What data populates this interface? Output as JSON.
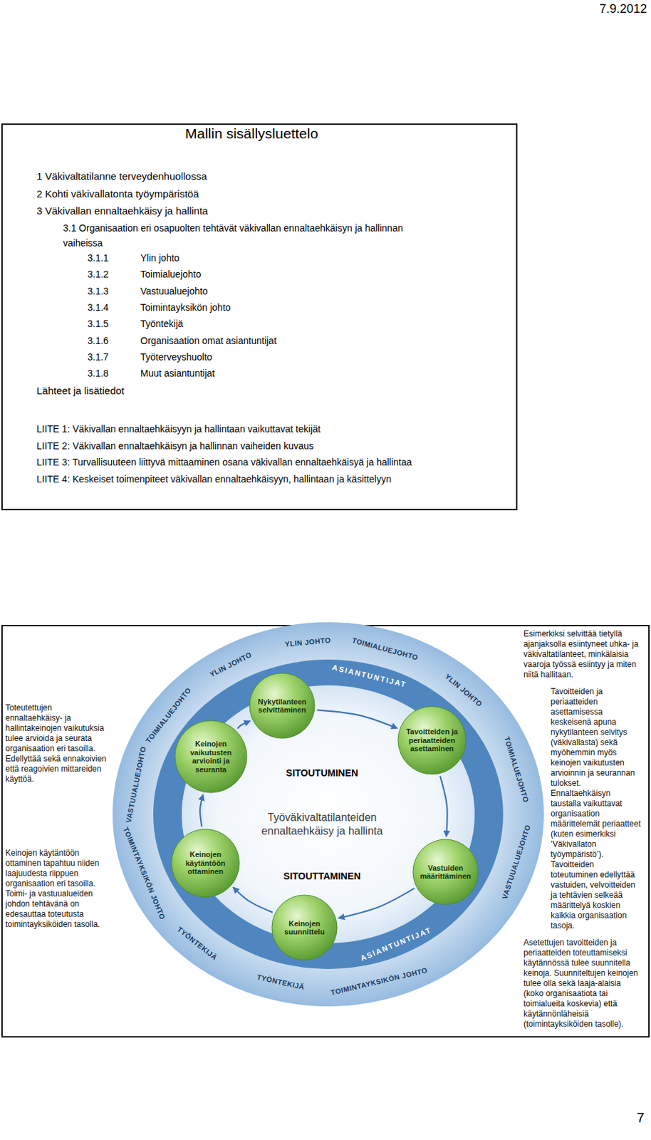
{
  "diagram": {
    "nodes": [
      {
        "text": [
          "Mallin sisällysluettelo",
          "1 Väkivaltatilanne terveydenhuollossa",
          "2 Kohti väkivallatonta työympäristöä",
          "3 Väkivallan ennaltaehkäisy ja hallinta",
          "3.1 Organisaation eri osapuolten tehtävät väkivallan ennaltaehkäisyn ja hallinnan vaiheissa",
          "3.1.1",
          "Ylin johto",
          "3.1.2",
          "Toimialuejohto",
          "3.1.3",
          "Vastuualuejohto",
          "3.1.4",
          "Toimintayksikön johto",
          "3.1.5",
          "Työntekijä",
          "3.1.6",
          "Organisaation omat asiantuntijat",
          "3.1.7",
          "Työterveyshuolto",
          "3.1.8",
          "Muut asiantuntijat",
          "Lähteet ja lisätiedot",
          "LIITE 1: Väkivallan ennaltaehkäisyyn ja hallintaan vaikuttavat tekijät",
          "LIITE 2: Väkivallan ennaltaehkäisyn ja hallinnan vaiheiden kuvaus",
          "LIITE 3: Turvallisuuteen liittyvä mittaaminen osana väkivallan ennaltaehkäisyä ja hallintaa",
          "LIITE 4: Keskeiset toimenpiteet väkivallan ennaltaehkäisyyn, hallintaan ja käsittelyyn"
        ]
      },
      {
        "text": [
          "Esimerkiksi selvittää tietyllä ajanjaksolla esiintyneet uhka- ja väkivaltatilanteet, minkälaisia vaaroja työssä esiintyy ja miten niitä hallitaan.",
          "Toteutettujen ennaltaehkäisy- ja hallintakeinojen vaikutuksia tulee arvioida ja seurata organisaation eri tasoilla. Edellyttää sekä ennakoivien että reagoivien mittareiden käyttöä.",
          "Tavoitteiden ja periaatteiden asettamisessa keskeisenä apuna nykytilanteen selvitys (väkivallasta) sekä myöhemmin myös keinojen vaikutusten arvioinnin ja seurannan tulokset. Ennaltaehkäisyn taustalla vaikuttavat organisaation määrittelemät periaatteet (kuten esimerkiksi ’Väkivallaton työympäristö’). Tavoitteiden toteutuminen edellyttää vastuiden, velvoitteiden ja tehtävien selkeää määrittelyä koskien kaikkia organisaation tasoja.",
          "Keinojen käytäntöön ottaminen tapahtuu niiden laajuudesta riippuen organisaation eri tasoilla. Toimi- ja vastuualueiden johdon tehtävänä on edesauttaa toteutusta toimintayksiköiden tasolla.",
          "Asetettujen tavoitteiden ja periaatteiden toteuttamiseksi käytännössä tulee suunnitella keinoja. Suunniteltujen keinojen tulee olla sekä laaja-alaisia (koko organisaatiota tai toimialueita koskevia) että käytännönläheisiä (toimintayksiköiden tasolle)."
        ]
      },
      {
        "text": [
          "YLIN JOHTO",
          "TOIMIALUEJOHTO",
          "YLIN JOHTO",
          "TOIMIALUEJOHTO",
          "VASTUUALUEJOHTO",
          "TOIMINTAYKSIKÖN JOHTO",
          "TYÖNTEKIJÄ",
          "TYÖNTEKIJÄ",
          "TOIMINTAYKSIKÖN JOHTO",
          "VASTUUALUEJOHTO",
          "TOIMIALUEJOHTO",
          "YLIN JOHTO"
        ],
        "in": 1
      },
      {
        "text": [
          "ASIANTUNTIJAT",
          "ASIANTUNTIJAT"
        ],
        "in": 2
      },
      {
        "text": [
          "SITOUTUMINEN",
          "Työväkivaltatilanteiden ennaltaehkäisy ja hallinta",
          "SITOUTTAMINEN"
        ],
        "in": 3
      },
      {
        "text": [
          "Nykytilanteen selvittäminen"
        ],
        "in": 3
      },
      {
        "text": [
          "Tavoitteiden ja periaatteiden asettaminen"
        ],
        "in": 3
      },
      {
        "text": [
          "Vastuiden määrittäminen"
        ],
        "in": 3
      },
      {
        "text": [
          "Keinojen suunnittelu"
        ],
        "in": 3
      },
      {
        "text": [
          "Keinojen käytäntöön ottaminen"
        ],
        "in": 3
      },
      {
        "text": [
          "Keinojen vaikutusten arviointi ja seuranta"
        ],
        "in": 3
      }
    ],
    "edges": [
      {
        "from": 5,
        "to": 6,
        "arrow": "to"
      },
      {
        "from": 6,
        "to": 7,
        "arrow": "to"
      },
      {
        "from": 7,
        "to": 8,
        "arrow": "to"
      },
      {
        "from": 8,
        "to": 9,
        "arrow": "to"
      },
      {
        "from": 9,
        "to": 10,
        "arrow": "to"
      },
      {
        "from": 10,
        "to": 5,
        "arrow": "to"
      }
    ],
    "labels": [
      "7.9.2012",
      "7"
    ]
  }
}
